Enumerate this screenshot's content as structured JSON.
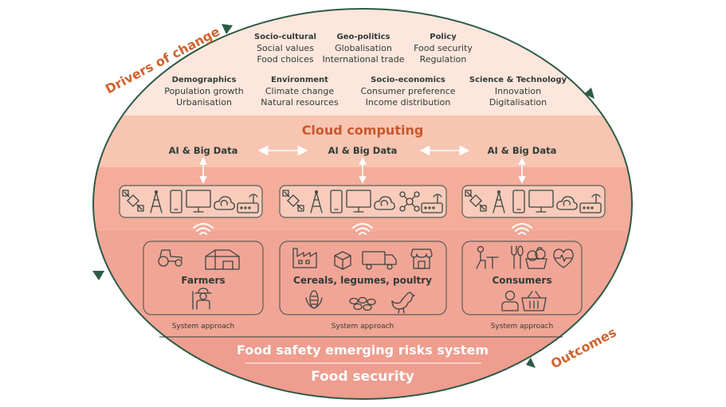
{
  "side_labels": {
    "drivers": "Drivers of change",
    "outcomes": "Outcomes"
  },
  "drivers": [
    {
      "title": "Socio-cultural",
      "items": [
        "Social values",
        "Food choices"
      ]
    },
    {
      "title": "Geo-politics",
      "items": [
        "Globalisation",
        "International trade"
      ]
    },
    {
      "title": "Policy",
      "items": [
        "Food security",
        "Regulation"
      ]
    },
    {
      "title": "Demographics",
      "items": [
        "Population growth",
        "Urbanisation"
      ]
    },
    {
      "title": "Environment",
      "items": [
        "Climate change",
        "Natural resources"
      ]
    },
    {
      "title": "Socio-economics",
      "items": [
        "Consumer preference",
        "Income distribution"
      ]
    },
    {
      "title": "Science & Technology",
      "items": [
        "Innovation",
        "Digitalisation"
      ]
    }
  ],
  "cloud": {
    "title": "Cloud computing",
    "ai_labels": [
      "AI & Big Data",
      "AI & Big Data",
      "AI & Big Data"
    ]
  },
  "device_icons": [
    "satellite-icon",
    "antenna-tower-icon",
    "smartphone-icon",
    "monitor-icon",
    "cloud-sync-icon",
    "network-icon",
    "router-icon"
  ],
  "actors": [
    {
      "label": "Farmers",
      "system": "System approach",
      "icons": [
        "tractor-icon",
        "barn-icon",
        "farmer-icon"
      ]
    },
    {
      "label": "Cereals, legumes, poultry",
      "system": "System approach",
      "icons": [
        "factory-icon",
        "box-icon",
        "truck-icon",
        "shop-icon",
        "corn-icon",
        "legumes-icon",
        "chicken-icon"
      ]
    },
    {
      "label": "Consumers",
      "system": "System approach",
      "icons": [
        "person-at-table-icon",
        "kitchen-utensils-icon",
        "fruit-basket-icon",
        "heart-pulse-icon",
        "person-icon",
        "shopping-basket-icon"
      ]
    }
  ],
  "bands": {
    "risks": "Food safety emerging risks system",
    "security": "Food security"
  },
  "colors": {
    "drivers_band": "#fde6dc",
    "cloud_band": "#f7c5b2",
    "network_band": "#f3ad9a",
    "actors_band": "#f1a596",
    "bottom_band": "#ee9d8e",
    "arrow_dark_green": "#2d5a46",
    "accent_orange": "#d0632e"
  }
}
